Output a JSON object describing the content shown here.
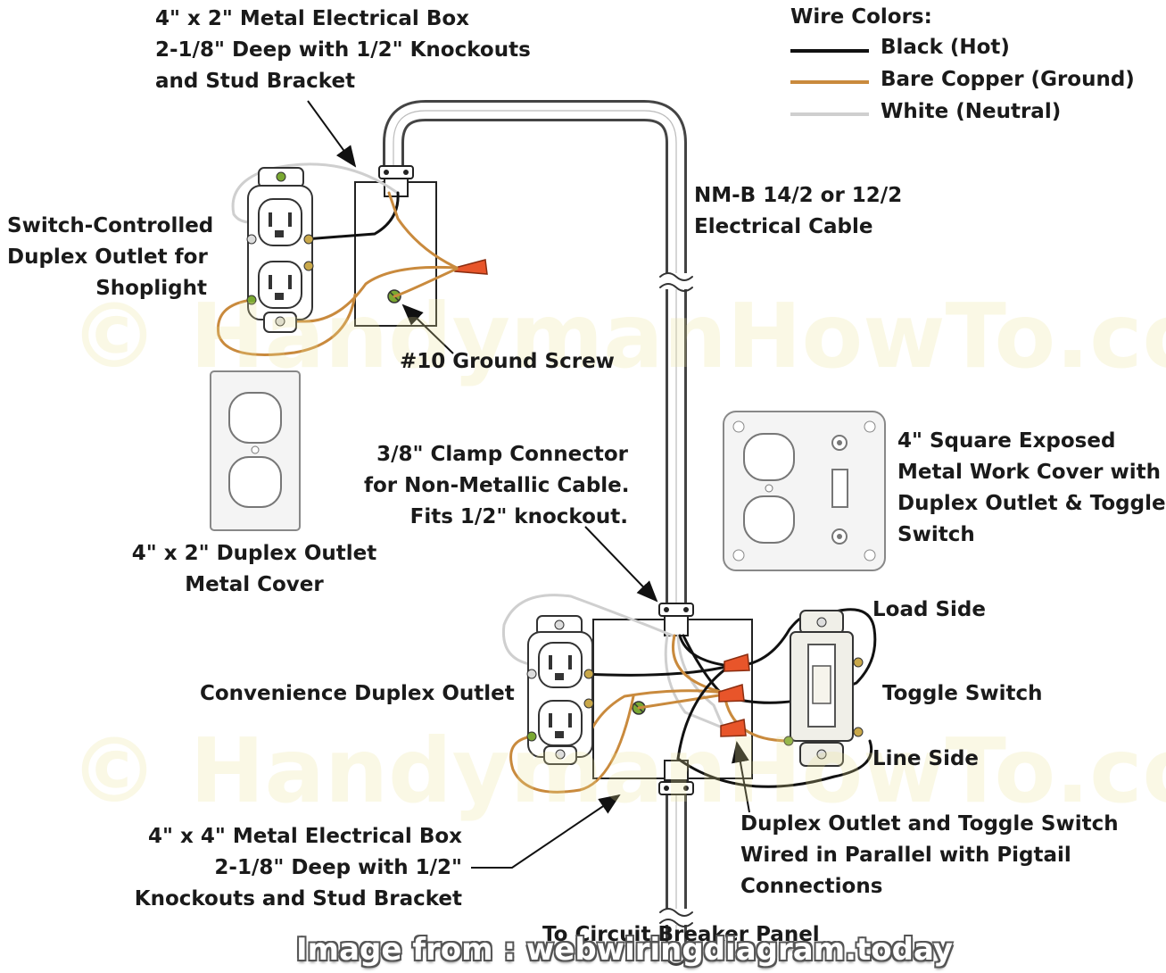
{
  "legend": {
    "title": "Wire Colors:",
    "items": [
      {
        "label": "Black (Hot)",
        "color": "#111111"
      },
      {
        "label": "Bare Copper (Ground)",
        "color": "#c98a3d"
      },
      {
        "label": "White (Neutral)",
        "color": "#cfcfcf"
      }
    ]
  },
  "labels": {
    "metal_box_2x4": [
      "4\" x 2\" Metal Electrical Box",
      "2-1/8\" Deep with 1/2\" Knockouts",
      "and Stud Bracket"
    ],
    "switch_outlet": [
      "Switch-Controlled",
      "Duplex Outlet for",
      "Shoplight"
    ],
    "ground_screw": "#10 Ground Screw",
    "cable": [
      "NM-B 14/2 or 12/2",
      "Electrical Cable"
    ],
    "duplex_cover": [
      "4\" x 2\" Duplex Outlet",
      "Metal Cover"
    ],
    "clamp_connector": [
      "3/8\" Clamp Connector",
      "for Non-Metallic Cable.",
      "Fits  1/2\" knockout."
    ],
    "square_cover": [
      "4\" Square Exposed",
      "Metal Work Cover with",
      "Duplex Outlet & Toggle",
      "Switch"
    ],
    "load_side": "Load Side",
    "toggle_switch": "Toggle Switch",
    "line_side": "Line Side",
    "convenience_outlet": "Convenience Duplex Outlet",
    "metal_box_4x4": [
      "4\" x 4\" Metal Electrical Box",
      "2-1/8\" Deep with 1/2\"",
      "Knockouts and Stud Bracket"
    ],
    "parallel_note": [
      "Duplex Outlet and Toggle Switch",
      "Wired in Parallel with Pigtail",
      "Connections"
    ],
    "breaker_panel": "To Circuit Breaker Panel"
  },
  "watermark": "© HandymanHowTo.com",
  "credit": "Image from : webwiringdiagram.today",
  "colors": {
    "hot": "#111111",
    "ground": "#c98a3d",
    "neutral": "#cfcfcf",
    "wire_nut": "#e8552a",
    "ground_screw": "#7aa832"
  }
}
